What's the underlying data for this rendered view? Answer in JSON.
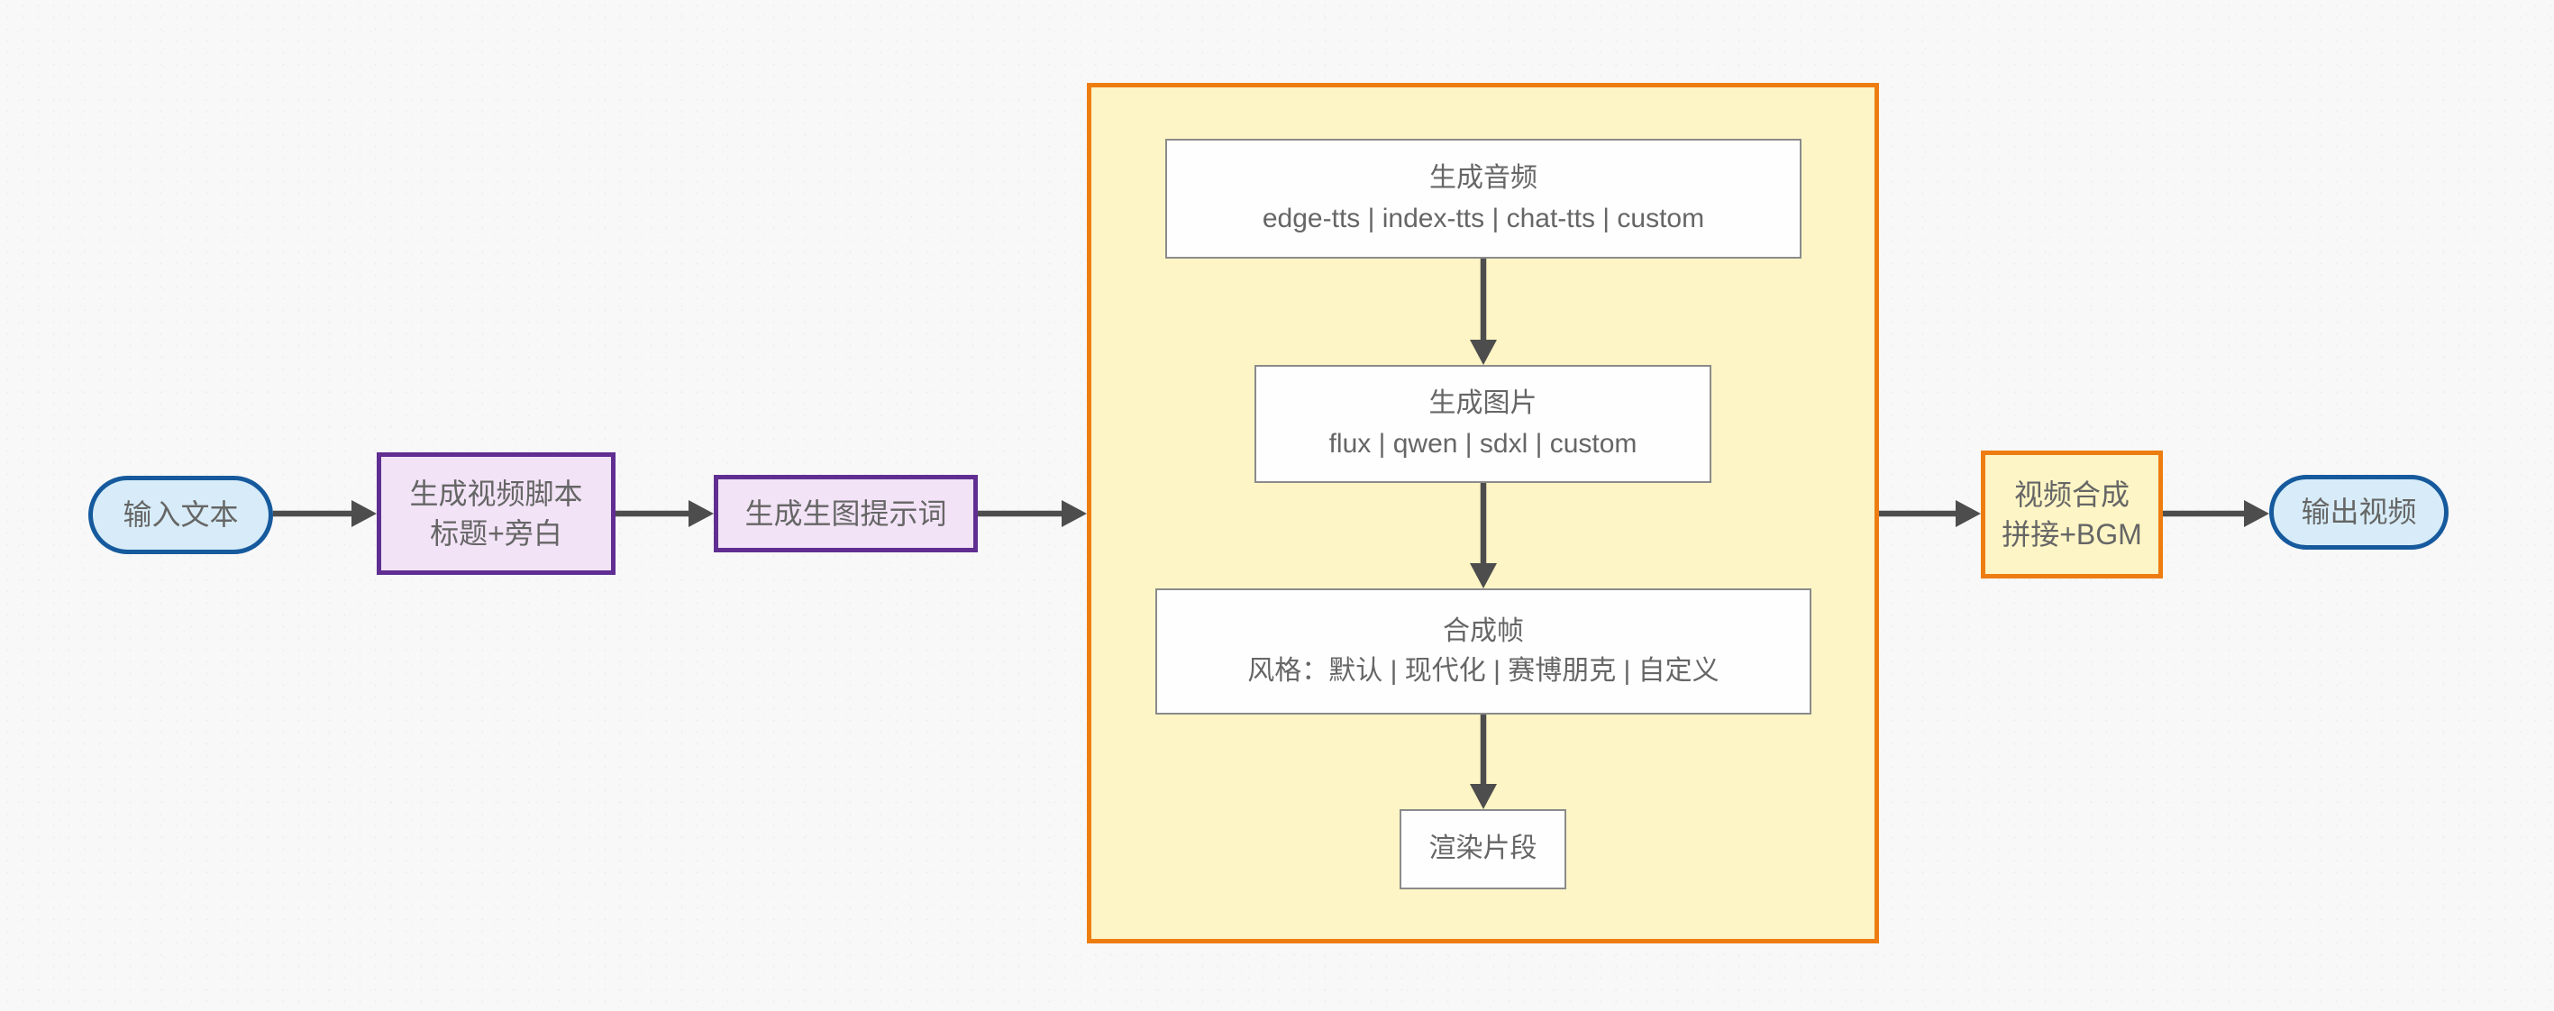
{
  "diagram": {
    "title": "",
    "type": "flowchart-left-to-right"
  },
  "colors": {
    "background": "#f8f8f8",
    "node-text": "#666666",
    "arrow": "#4d4d4d",
    "blue-fill": "#d7ecf8",
    "blue-border": "#165a9d",
    "purple-fill": "#f2e3f6",
    "purple-border": "#602e92",
    "yellow-fill": "#fdf5c5",
    "orange-border": "#ee7d11",
    "white-fill": "#fefefe",
    "gray-border": "#8b8b8b"
  },
  "nodes": {
    "input": {
      "label": "输入文本"
    },
    "script": {
      "line1": "生成视频脚本",
      "line2": "标题+旁白"
    },
    "prompt": {
      "label": "生成生图提示词"
    },
    "audio": {
      "title": "生成音频",
      "subtitle": "edge-tts | index-tts | chat-tts | custom"
    },
    "image": {
      "title": "生成图片",
      "subtitle": "flux | qwen | sdxl | custom"
    },
    "frame": {
      "title": "合成帧",
      "subtitle": "风格：默认 | 现代化 | 赛博朋克 | 自定义"
    },
    "render": {
      "label": "渲染片段"
    },
    "compose": {
      "line1": "视频合成",
      "line2": "拼接+BGM"
    },
    "output": {
      "label": "输出视频"
    }
  },
  "edges": [
    {
      "from": "input",
      "to": "script"
    },
    {
      "from": "script",
      "to": "prompt"
    },
    {
      "from": "prompt",
      "to": "clip-group"
    },
    {
      "from": "audio",
      "to": "image"
    },
    {
      "from": "image",
      "to": "frame"
    },
    {
      "from": "frame",
      "to": "render"
    },
    {
      "from": "clip-group",
      "to": "compose"
    },
    {
      "from": "compose",
      "to": "output"
    }
  ]
}
